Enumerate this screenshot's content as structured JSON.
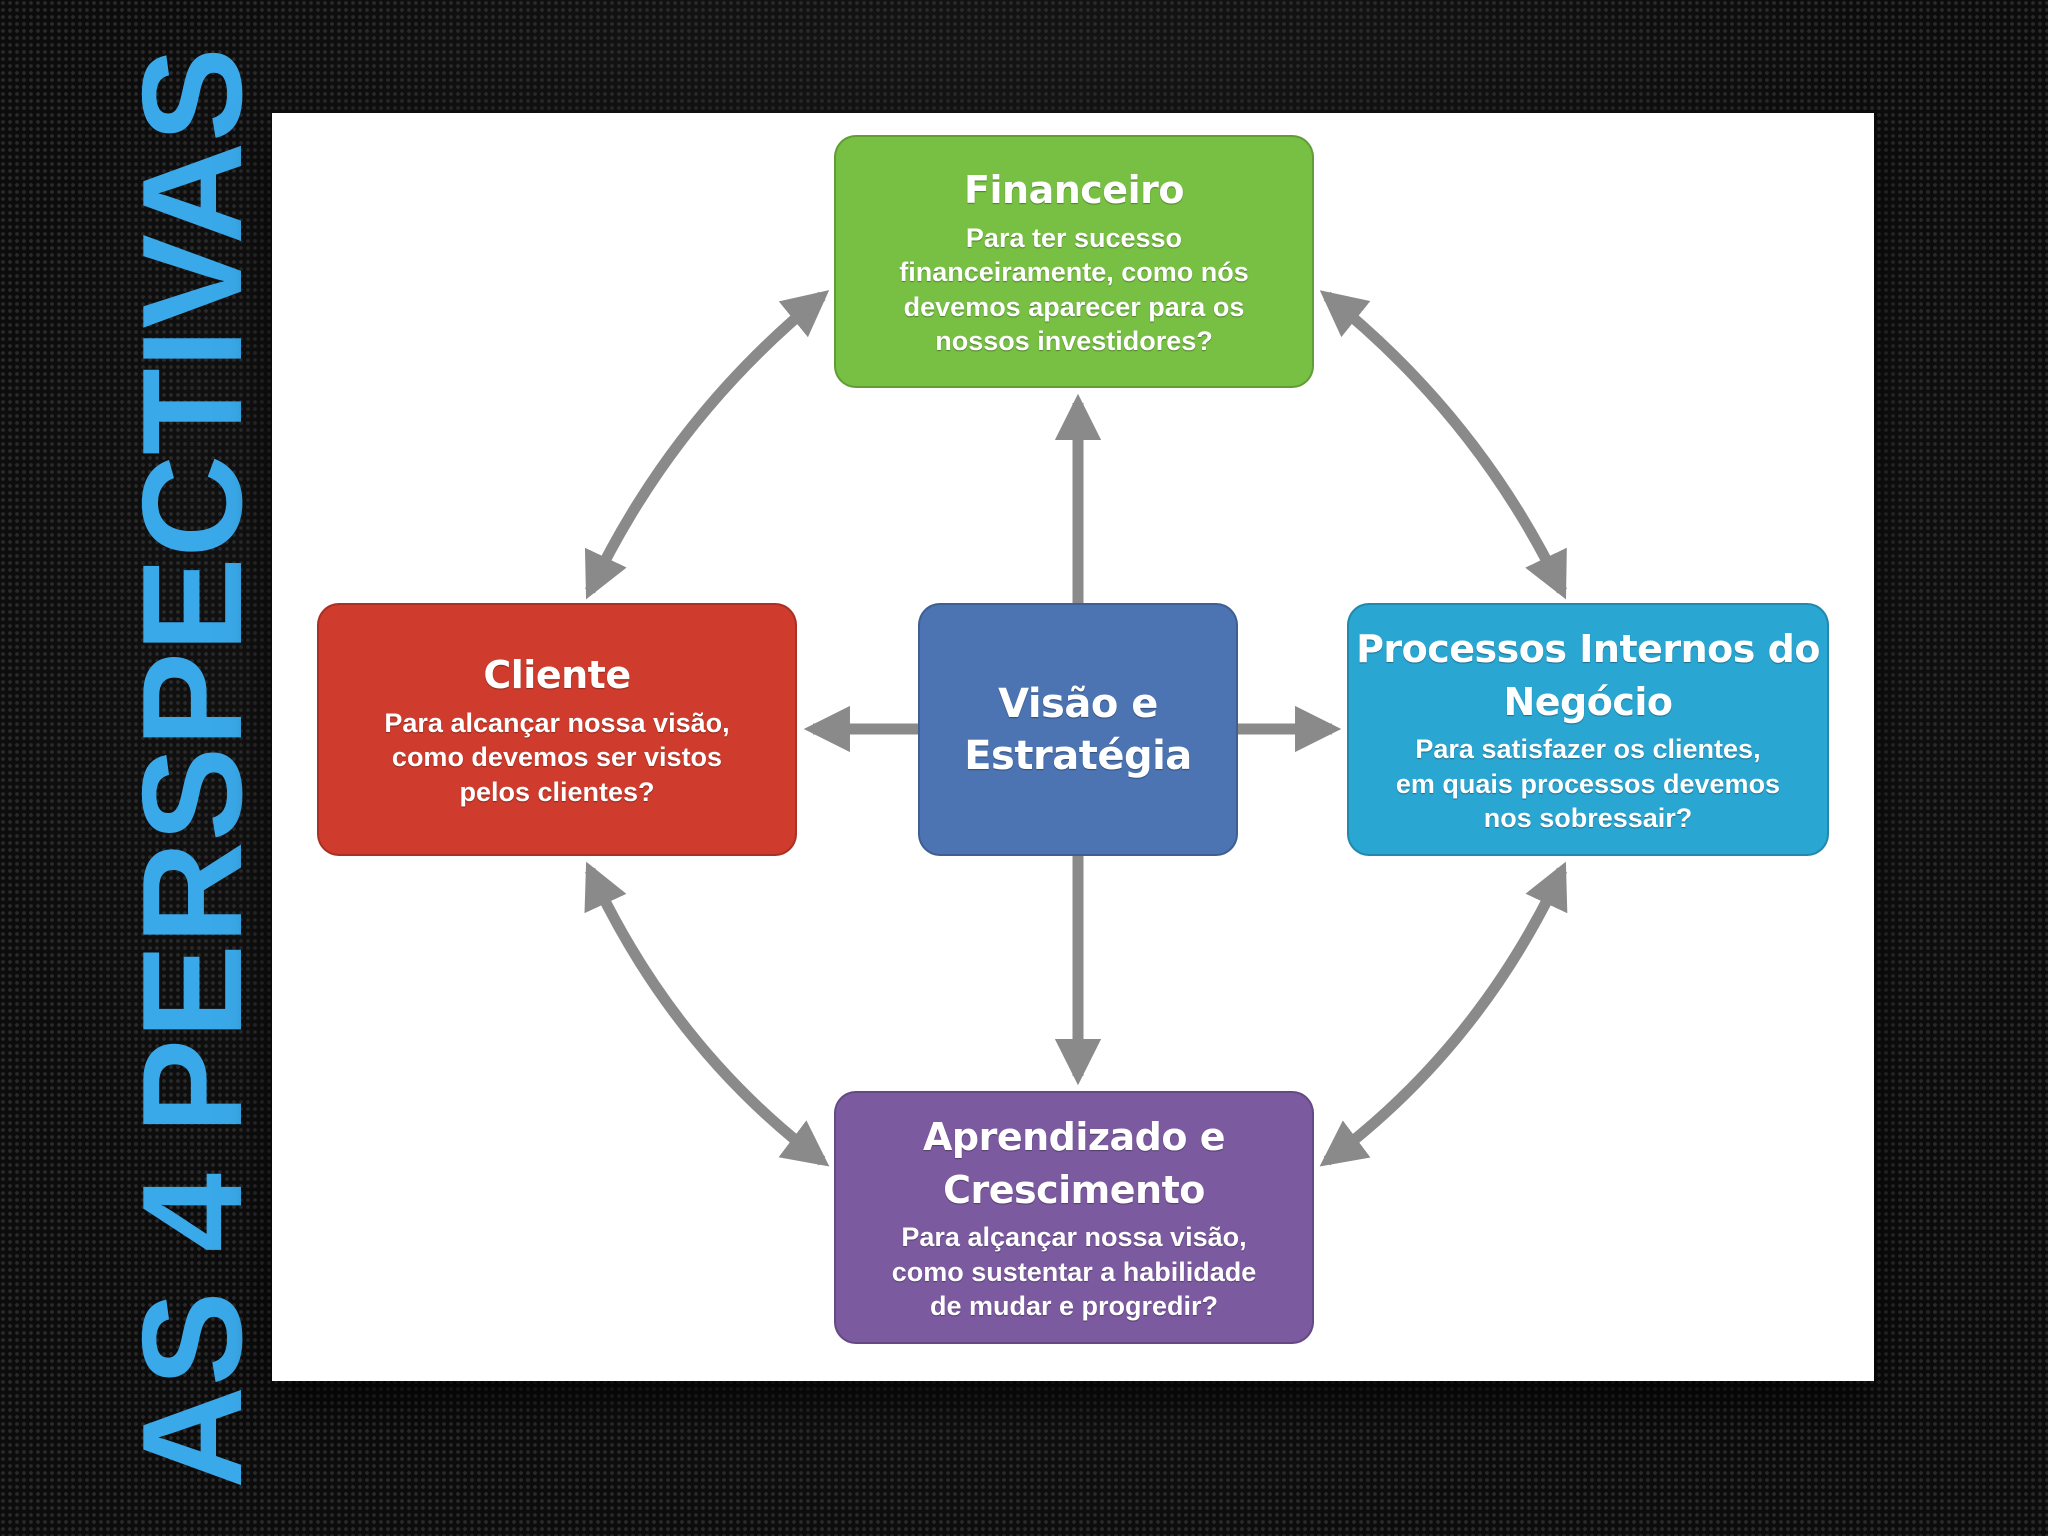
{
  "slide": {
    "title": "AS 4 PERSPECTIVAS"
  },
  "diagram": {
    "center": {
      "title_line1": "Visão e",
      "title_line2": "Estratégia",
      "color": "#4c74b2"
    },
    "financeiro": {
      "title": "Financeiro",
      "text_lines": [
        "Para ter sucesso",
        "financeiramente, como nós",
        "devemos aparecer para os",
        "nossos investidores?"
      ],
      "color": "#77c043"
    },
    "cliente": {
      "title": "Cliente",
      "text_lines": [
        "Para alcançar nossa visão,",
        "como devemos ser vistos",
        "pelos clientes?"
      ],
      "color": "#cf3b2c"
    },
    "processos": {
      "title_line1": "Processos Internos do",
      "title_line2": "Negócio",
      "text_lines": [
        "Para satisfazer os clientes,",
        "em quais processos devemos",
        "nos sobressair?"
      ],
      "color": "#2aa6d2"
    },
    "aprendizado": {
      "title_line1": "Aprendizado e",
      "title_line2": "Crescimento",
      "text_lines": [
        "Para alçançar nossa visão,",
        "como sustentar a habilidade",
        "de mudar e progredir?"
      ],
      "color": "#7c5aa0"
    },
    "arrow_color": "#8a8a8a"
  }
}
